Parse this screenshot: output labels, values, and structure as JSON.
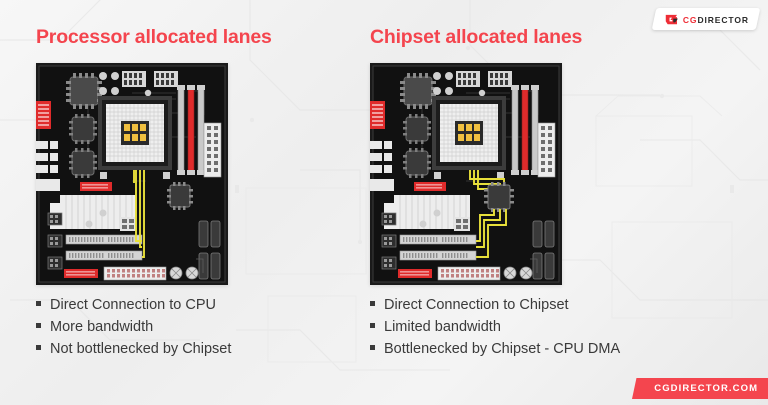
{
  "brand": {
    "logo_text_a": "CG",
    "logo_text_b": "DIRECTOR",
    "logo_mark_name": "cgdirector-g-mark",
    "footer_badge": "CGDIRECTOR.COM",
    "accent_red": "#f4454e",
    "logo_red": "#ee2d36"
  },
  "background": {
    "base_color": "#f2f2f2",
    "pattern": "faint-circuit-traces"
  },
  "columns": [
    {
      "id": "processor",
      "title": "Processor allocated lanes",
      "board": {
        "pcb_color": "#111111",
        "trace_color": "#e8e03a",
        "trace_route": "cpu-direct-to-pcie",
        "ram_slot_colors": [
          "#c9c9c9",
          "#e02b2b",
          "#c9c9c9"
        ],
        "chipset_label": "chipset-chip",
        "socket_label": "cpu-socket"
      },
      "bullets": [
        "Direct Connection to CPU",
        "More bandwidth",
        "Not bottlenecked by Chipset"
      ]
    },
    {
      "id": "chipset",
      "title": "Chipset allocated lanes",
      "board": {
        "pcb_color": "#111111",
        "trace_color": "#e8e03a",
        "trace_route": "cpu-to-chipset-to-pcie",
        "ram_slot_colors": [
          "#c9c9c9",
          "#e02b2b",
          "#c9c9c9"
        ],
        "chipset_label": "chipset-chip",
        "socket_label": "cpu-socket"
      },
      "bullets": [
        "Direct Connection to Chipset",
        "Limited bandwidth",
        "Bottlenecked by Chipset - CPU DMA"
      ]
    }
  ]
}
